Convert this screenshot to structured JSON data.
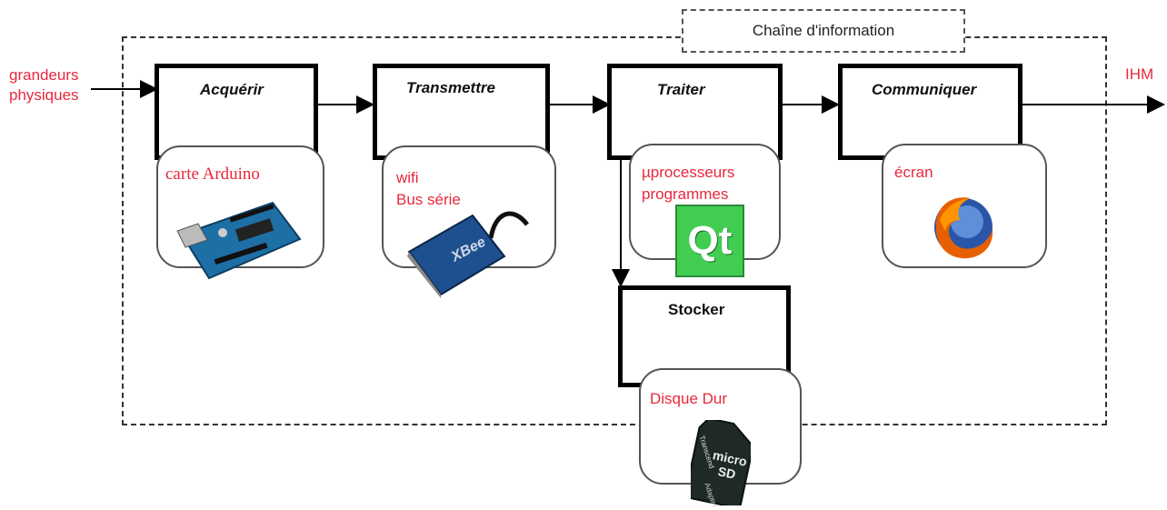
{
  "title": "Chaîne d'information",
  "input_label": [
    "grandeurs",
    "physiques"
  ],
  "output_label": "IHM",
  "blocks": {
    "acquerir": {
      "title": "Acquérir",
      "text": [
        "carte Arduino"
      ],
      "icon": "arduino-board-icon"
    },
    "transmettre": {
      "title": "Transmettre",
      "text": [
        "wifi",
        "Bus série"
      ],
      "icon": "xbee-module-icon"
    },
    "traiter": {
      "title": "Traiter",
      "text": [
        "µprocesseurs",
        "programmes"
      ],
      "icon": "qt-logo-icon"
    },
    "communiquer": {
      "title": "Communiquer",
      "text": [
        "écran"
      ],
      "icon": "firefox-logo-icon"
    },
    "stocker": {
      "title": "Stocker",
      "text": [
        "Disque Dur"
      ],
      "icon": "microsd-card-icon"
    }
  },
  "qt_logo_text": "Qt",
  "sd_card_text": [
    "Transcend",
    "micro",
    "SD",
    "Adapter"
  ],
  "colors": {
    "label_red": "#e8283c",
    "qt_green": "#41cd52",
    "arduino_blue": "#1d6fa5",
    "xbee_blue": "#1e4f8e"
  }
}
